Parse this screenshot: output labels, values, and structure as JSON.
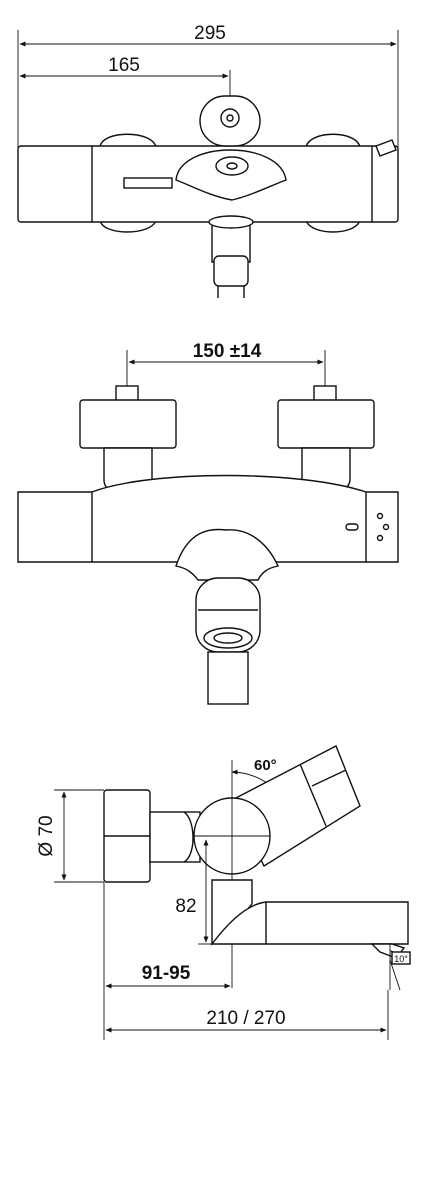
{
  "top_view": {
    "dim_total": "295",
    "dim_partial": "165"
  },
  "front_view": {
    "dim_center": "150 ±14"
  },
  "side_view": {
    "dim_angle": "60°",
    "dim_diameter": "Ø 70",
    "dim_height": "82",
    "dim_depth": "91-95",
    "dim_length": "210 / 270",
    "dim_spout_angle": "10°"
  }
}
